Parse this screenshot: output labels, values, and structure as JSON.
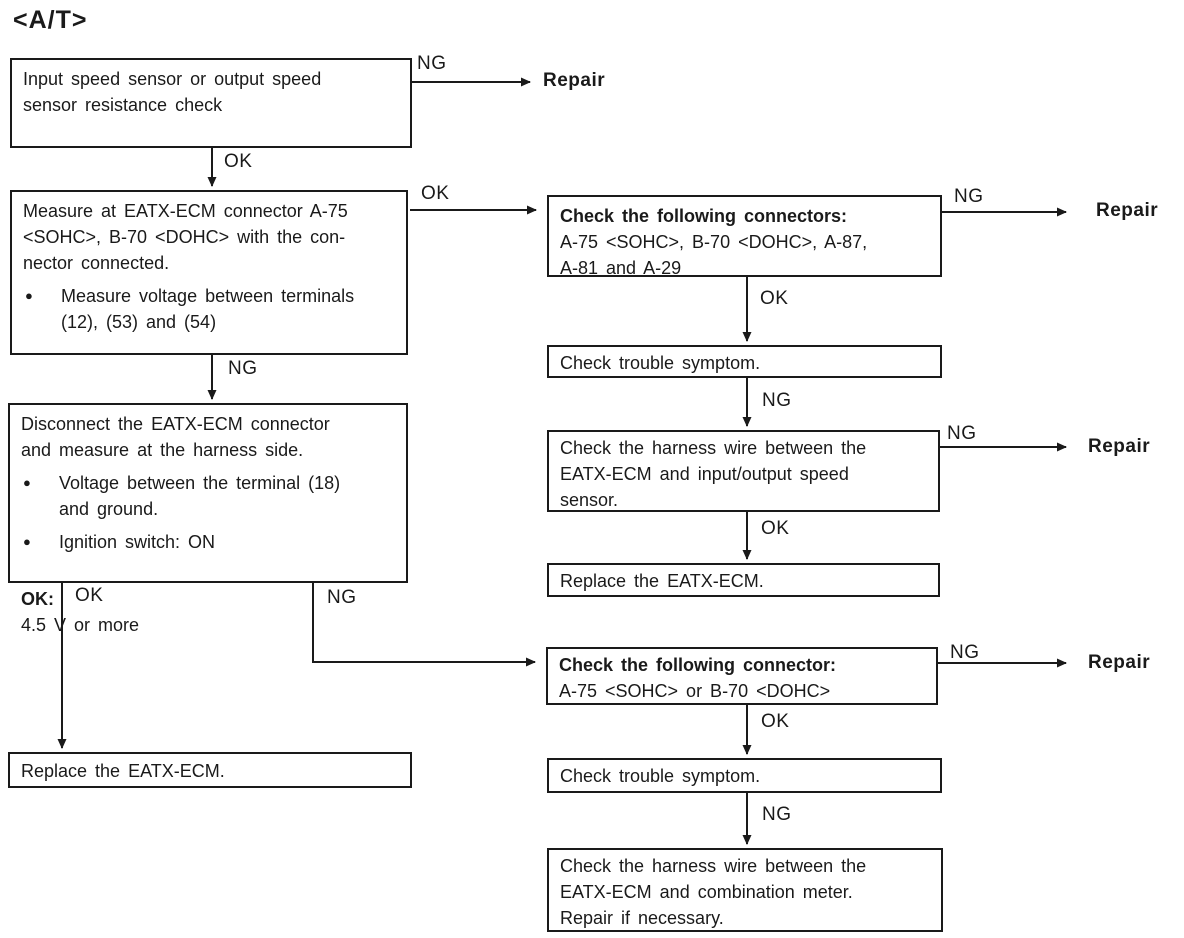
{
  "title": "<A/T>",
  "colors": {
    "ink": "#1a1a1a",
    "background": "#ffffff"
  },
  "icons": {
    "bullet": "●"
  },
  "edge_labels": {
    "ok": "OK",
    "ng": "NG",
    "repair": "Repair"
  },
  "nodes": {
    "l1": {
      "text": "Input speed sensor or output speed\nsensor resistance check"
    },
    "l2": {
      "text": "Measure at EATX-ECM connector A-75\n<SOHC>, B-70 <DOHC> with the con-\nnector connected.",
      "bullet1": "Measure voltage between terminals\n(12), (53) and (54)"
    },
    "l3": {
      "text": "Disconnect the EATX-ECM connector\nand measure at the harness side.",
      "bullet1": "Voltage between the terminal (18)\nand ground.",
      "bullet2": "Ignition switch: ON",
      "ok_label": "OK:",
      "ok_value": "4.5 V or more"
    },
    "l4": {
      "text": "Replace the EATX-ECM."
    },
    "r1": {
      "heading": "Check the following connectors:",
      "text": "A-75 <SOHC>, B-70 <DOHC>, A-87,\nA-81 and A-29"
    },
    "r2": {
      "text": "Check trouble symptom."
    },
    "r3": {
      "text": "Check the harness wire between the\nEATX-ECM and input/output speed\nsensor."
    },
    "r4": {
      "text": "Replace the EATX-ECM."
    },
    "r5": {
      "heading": "Check the following connector:",
      "text": "A-75 <SOHC> or B-70 <DOHC>"
    },
    "r6": {
      "text": "Check trouble symptom."
    },
    "r7": {
      "text": "Check the harness wire between the\nEATX-ECM and combination meter.\nRepair if necessary."
    }
  }
}
